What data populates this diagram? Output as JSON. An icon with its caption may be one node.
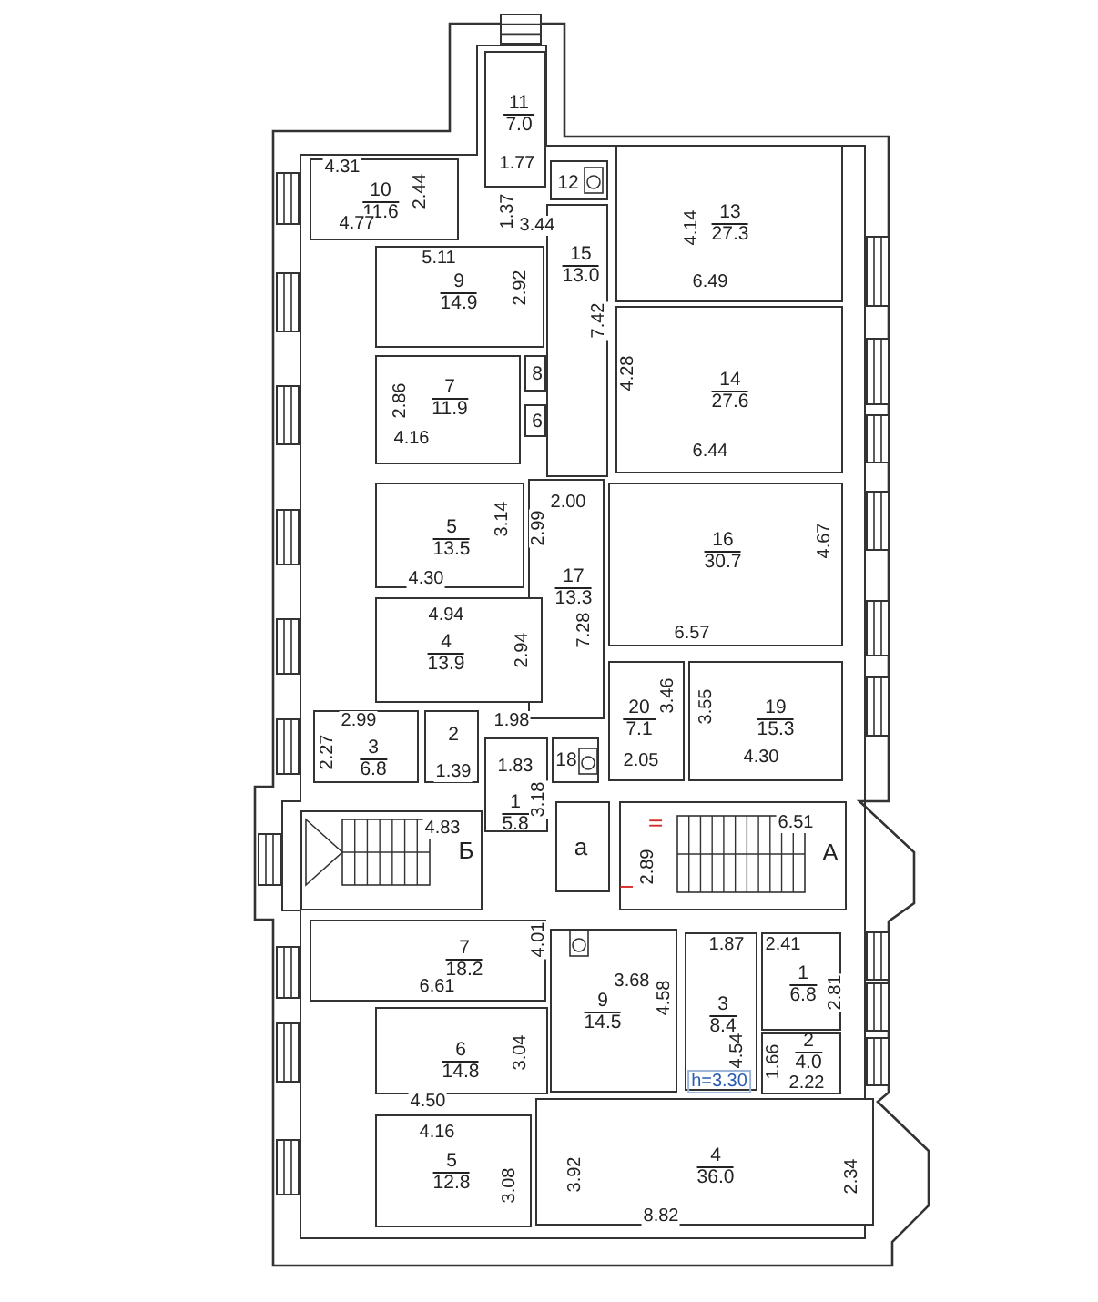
{
  "diagram": {
    "nodes": [
      {
        "text": [
          "11",
          "7.0"
        ]
      },
      {
        "text": [
          "10",
          "11.6"
        ]
      },
      {
        "text": [
          "12"
        ]
      },
      {
        "text": [
          "13",
          "27.3"
        ]
      },
      {
        "text": [
          "15",
          "13.0"
        ]
      },
      {
        "text": [
          "9",
          "14.9"
        ]
      },
      {
        "text": [
          "14",
          "27.6"
        ]
      },
      {
        "text": [
          "8"
        ]
      },
      {
        "text": [
          "7",
          "11.9"
        ]
      },
      {
        "text": [
          "6"
        ]
      },
      {
        "text": [
          "5",
          "13.5"
        ]
      },
      {
        "text": [
          "17",
          "13.3"
        ]
      },
      {
        "text": [
          "16",
          "30.7"
        ]
      },
      {
        "text": [
          "4",
          "13.9"
        ]
      },
      {
        "text": [
          "20",
          "7.1"
        ]
      },
      {
        "text": [
          "19",
          "15.3"
        ]
      },
      {
        "text": [
          "3",
          "6.8"
        ]
      },
      {
        "text": [
          "2"
        ]
      },
      {
        "text": [
          "18"
        ]
      },
      {
        "text": [
          "1",
          "5.8"
        ]
      },
      {
        "text": [
          "Б"
        ]
      },
      {
        "text": [
          "а"
        ]
      },
      {
        "text": [
          "А"
        ]
      },
      {
        "text": [
          "7",
          "18.2"
        ]
      },
      {
        "text": [
          "9",
          "14.5"
        ]
      },
      {
        "text": [
          "3",
          "8.4"
        ]
      },
      {
        "text": [
          "1",
          "6.8"
        ]
      },
      {
        "text": [
          "6",
          "14.8"
        ]
      },
      {
        "text": [
          "2",
          "4.0"
        ]
      },
      {
        "text": [
          "5",
          "12.8"
        ]
      },
      {
        "text": [
          "4",
          "36.0"
        ]
      }
    ],
    "labels": [
      "1.77",
      "4.31",
      "2.44",
      "1.37",
      "4.77",
      "3.44",
      "4.14",
      "5.11",
      "6.49",
      "2.92",
      "7.42",
      "4.28",
      "2.86",
      "4.16",
      "6.44",
      "2.00",
      "3.14",
      "2.99",
      "4.67",
      "4.30",
      "4.94",
      "6.57",
      "7.28",
      "2.94",
      "3.46",
      "3.55",
      "2.99",
      "1.98",
      "2.27",
      "4.30",
      "2.05",
      "1.83",
      "1.39",
      "3.18",
      "4.83",
      "6.51",
      "II",
      "2.89",
      "I",
      "4.01",
      "1.87",
      "2.41",
      "3.68",
      "6.61",
      "2.81",
      "4.58",
      "3.04",
      "1.66",
      "4.54",
      "h=3.30",
      "2.22",
      "4.50",
      "4.16",
      "3.92",
      "2.34",
      "3.08",
      "8.82"
    ]
  }
}
